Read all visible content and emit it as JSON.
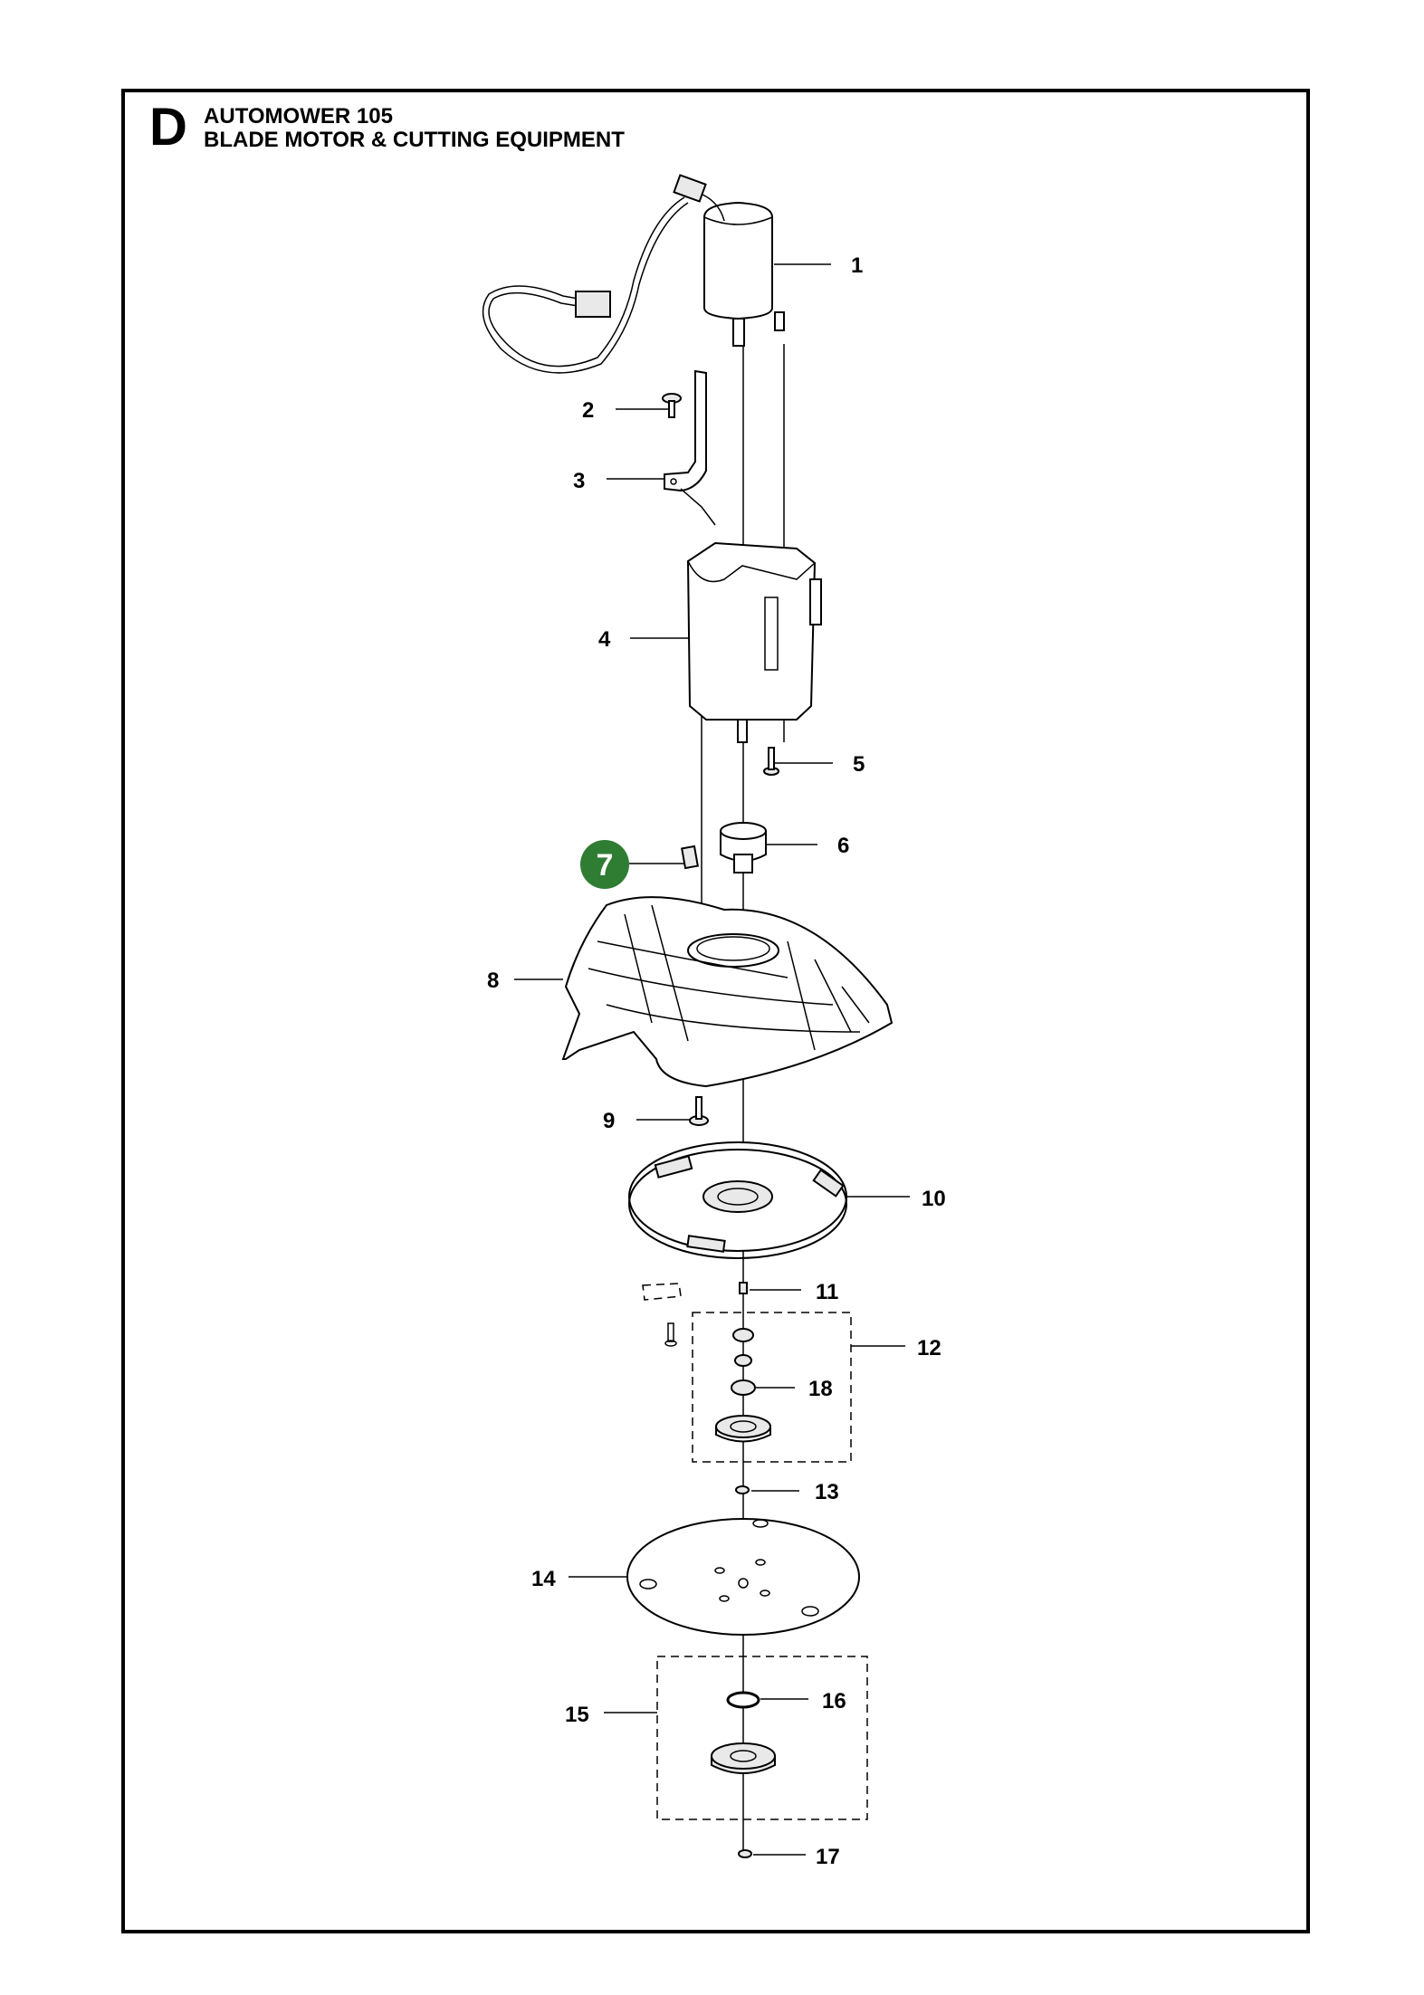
{
  "section_letter": "D",
  "title_line1": "AUTOMOWER 105",
  "title_line2": "BLADE MOTOR & CUTTING EQUIPMENT",
  "callouts": {
    "c1": "1",
    "c2": "2",
    "c3": "3",
    "c4": "4",
    "c5": "5",
    "c6": "6",
    "c7": "7",
    "c8": "8",
    "c9": "9",
    "c10": "10",
    "c11": "11",
    "c12": "12",
    "c13": "13",
    "c14": "14",
    "c15": "15",
    "c16": "16",
    "c17": "17",
    "c18": "18"
  },
  "highlight_color": "#2e7d32",
  "highlighted_callout": "7"
}
